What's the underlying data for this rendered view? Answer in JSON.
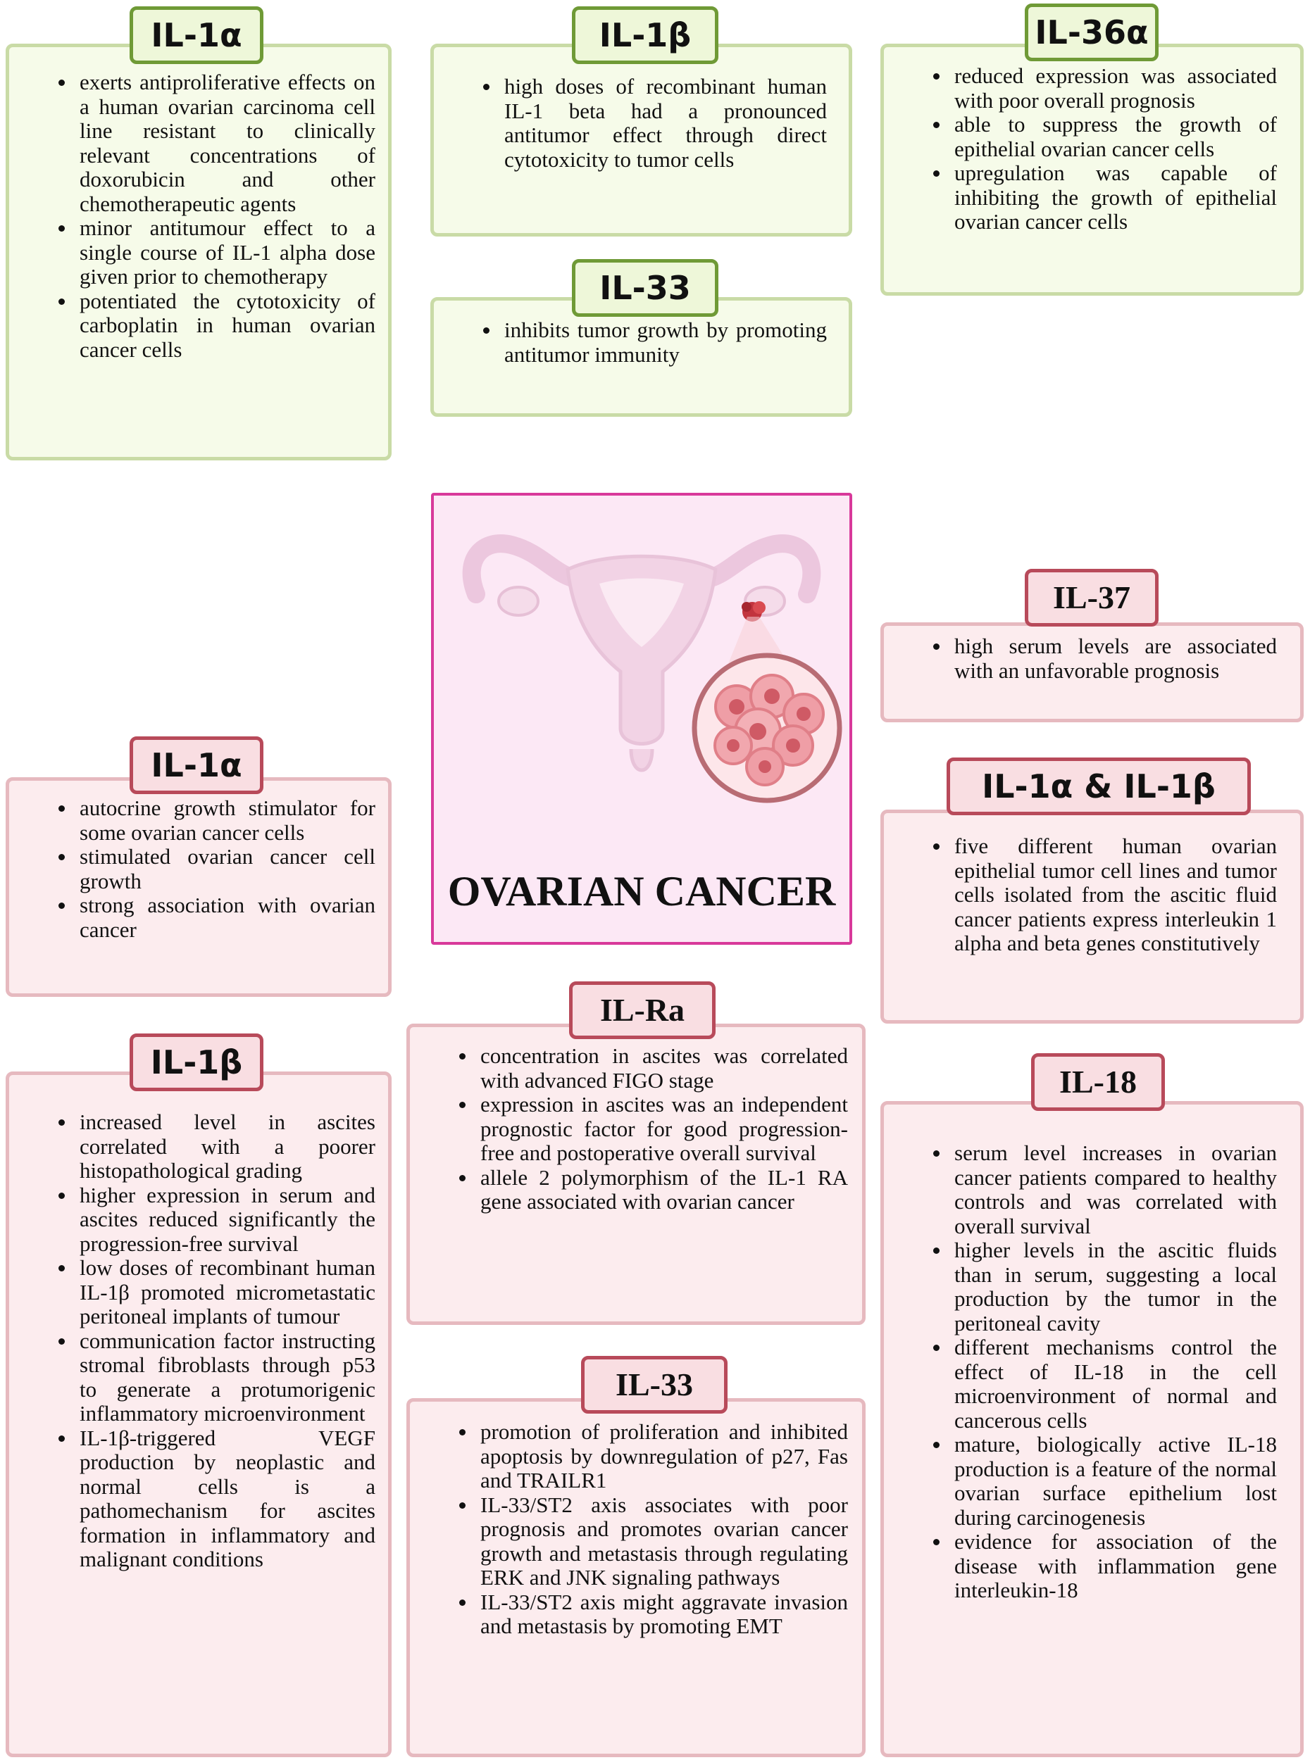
{
  "center": {
    "title": "OVARIAN CANCER"
  },
  "cards": {
    "green_il1a": {
      "tag": "IL-1α",
      "items": [
        "exerts antiproliferative effects on a human ovarian carcinoma cell line resistant to clinically relevant concentrations of doxorubicin and other chemotherapeutic agents",
        "minor antitumour effect to a single course of IL-1 alpha dose given prior to chemotherapy",
        "potentiated the cytotoxicity of carboplatin in human ovarian cancer cells"
      ]
    },
    "green_il1b": {
      "tag": "IL-1β",
      "items": [
        "high doses of recombinant human IL-1 beta had a pronounced antitumor effect through direct cytotoxicity to tumor cells"
      ]
    },
    "green_il33": {
      "tag": "IL-33",
      "items": [
        "inhibits tumor growth by promoting antitumor immunity"
      ]
    },
    "green_il36a": {
      "tag": "IL-36α",
      "items": [
        "reduced expression was associated with poor overall prognosis",
        "able to suppress the growth of epithelial ovarian cancer cells",
        "upregulation was capable of inhibiting the growth of epithelial ovarian cancer cells"
      ]
    },
    "pink_il37": {
      "tag": "IL-37",
      "items": [
        "high serum levels are associated with an unfavorable prognosis"
      ]
    },
    "pink_il1a": {
      "tag": "IL-1α",
      "items": [
        "autocrine growth stimulator for some ovarian cancer cells",
        "stimulated ovarian cancer cell growth",
        "strong association with ovarian cancer"
      ]
    },
    "pink_il1a_il1b": {
      "tag": "IL-1α & IL-1β",
      "items": [
        "five different human ovarian epithelial tumor cell lines and tumor cells isolated from the ascitic fluid cancer patients express interleukin 1 alpha and beta genes constitutively"
      ]
    },
    "pink_ilra": {
      "tag": "IL-Ra",
      "items": [
        "concentration in ascites was correlated with advanced FIGO stage",
        "expression in ascites was an independent prognostic factor for good progression-free and postoperative overall survival",
        "allele 2 polymorphism of the IL-1 RA gene associated with ovarian cancer"
      ]
    },
    "pink_il1b": {
      "tag": "IL-1β",
      "items": [
        "increased level in ascites correlated with a poorer histopathological grading",
        "higher expression in serum and ascites reduced significantly the progression-free survival",
        "low doses of recombinant human IL-1β promoted micrometastatic peritoneal implants of tumour",
        "communication factor instructing stromal fibroblasts through p53 to generate a protumorigenic inflammatory microenvironment",
        "IL-1β-triggered VEGF production by neoplastic and normal cells is a pathomechanism for ascites formation in inflammatory and malignant conditions"
      ]
    },
    "pink_il18": {
      "tag": "IL-18",
      "items": [
        "serum level increases in ovarian cancer patients compared to healthy controls and was correlated with overall survival",
        "higher levels in the ascitic fluids than in serum, suggesting a local production by the tumor in the peritoneal cavity",
        "different mechanisms control the effect of IL-18 in the cell microenvironment of normal and cancerous cells",
        "mature, biologically active IL-18 production is a feature of the normal ovarian surface epithelium lost during carcinogenesis",
        "evidence for association of the disease with inflammation gene interleukin-18"
      ]
    },
    "pink_il33": {
      "tag": "IL-33",
      "items": [
        "promotion of proliferation and inhibited apoptosis by downregulation of p27, Fas and TRAILR1",
        "IL-33/ST2 axis associates with poor prognosis and promotes ovarian cancer growth and metastasis through regulating ERK and JNK signaling pathways",
        "IL-33/ST2 axis might aggravate invasion and metastasis by promoting EMT"
      ]
    }
  },
  "colors": {
    "green_fill": "#f6fbe9",
    "green_border": "#c9dba6",
    "green_tag_border": "#6f9a36",
    "pink_fill": "#fcecee",
    "pink_border": "#e6b9bf",
    "pink_tag_border": "#b84a5a",
    "center_fill": "#fce8f5",
    "center_border": "#d8399a"
  }
}
